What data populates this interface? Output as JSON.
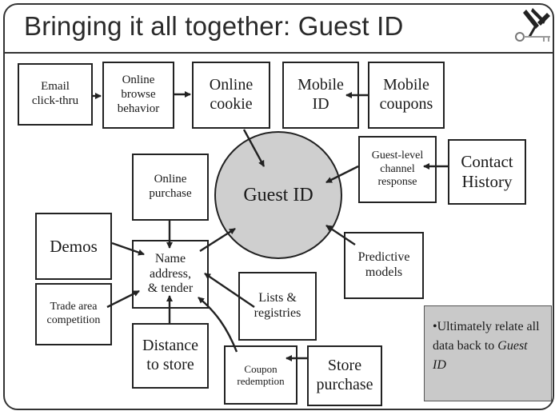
{
  "title": "Bringing it all together: Guest ID",
  "center": "Guest ID",
  "boxes": {
    "email": "Email\nclick-thru",
    "browse": "Online\nbrowse\nbehavior",
    "cookie": "Online\ncookie",
    "mobile_id": "Mobile\nID",
    "mobile_coupons": "Mobile\ncoupons",
    "guest_level": "Guest-level\nchannel\nresponse",
    "contact_history": "Contact\nHistory",
    "online_purchase": "Online\npurchase",
    "demos": "Demos",
    "name_address": "Name\naddress,\n& tender",
    "predictive": "Predictive\nmodels",
    "trade_area": "Trade area\ncompetition",
    "lists": "Lists &\nregistries",
    "distance": "Distance\nto store",
    "coupon_redemption": "Coupon\nredemption",
    "store_purchase": "Store\npurchase"
  },
  "note": {
    "text": "•Ultimately relate all data back to",
    "emphasis": "Guest ID"
  },
  "colors": {
    "circle_fill": "#cfcfcf",
    "note_fill": "#c9c9c9",
    "line": "#222222"
  }
}
